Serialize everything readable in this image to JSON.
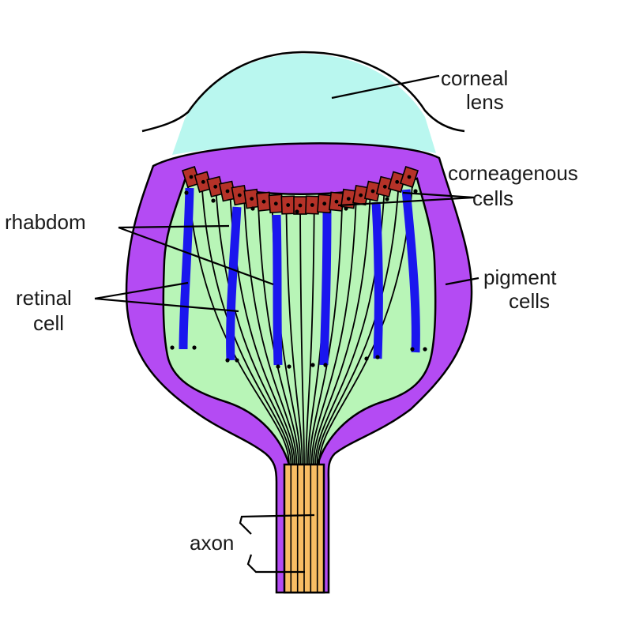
{
  "diagram": {
    "colors": {
      "lens": "#b9f7ef",
      "pigment": "#b44bf3",
      "retina": "#b8f5b7",
      "rhabdom": "#1a16ee",
      "corneagenous": "#b53228",
      "axon": "#f8bd64",
      "outline": "#000000"
    },
    "labels": {
      "corneal_lens": [
        "corneal",
        "lens"
      ],
      "corneagenous_cells": [
        "corneagenous",
        "cells"
      ],
      "rhabdom": [
        "rhabdom"
      ],
      "pigment_cells": [
        "pigment",
        "cells"
      ],
      "retinal_cell": [
        "retinal",
        "cell"
      ],
      "axon": [
        "axon"
      ]
    }
  }
}
